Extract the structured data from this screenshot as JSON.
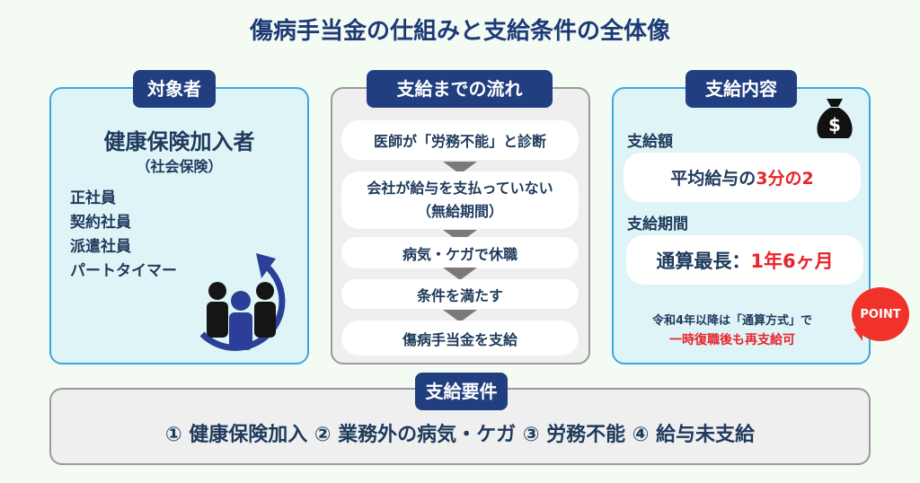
{
  "title": "傷病手当金の仕組みと支給条件の全体像",
  "left": {
    "label": "対象者",
    "heading": "健康保険加入者",
    "subheading": "（社会保険）",
    "items": [
      "正社員",
      "契約社員",
      "派遣社員",
      "パートタイマー"
    ]
  },
  "middle": {
    "label": "支給までの流れ",
    "steps": [
      {
        "line1": "医師が「労務不能」と診断"
      },
      {
        "line1": "会社が給与を支払っていない",
        "line2": "（無給期間）"
      },
      {
        "line1": "病気・ケガで休職"
      },
      {
        "line1": "条件を満たす"
      },
      {
        "line1": "傷病手当金を支給"
      }
    ]
  },
  "right": {
    "label": "支給内容",
    "amount_label": "支給額",
    "amount_prefix": "平均給与の",
    "amount_value": "3分の2",
    "period_label": "支給期間",
    "period_prefix": "通算最長：",
    "period_value": "1年6ヶ月",
    "note_line1": "令和4年以降は「通算方式」で",
    "note_line2": "一時復職後も再支給可",
    "badge": "POINT"
  },
  "bottom": {
    "label": "支給要件",
    "text": "① 健康保険加入 ② 業務外の病気・ケガ ③ 労務不能 ④ 給与未支給"
  },
  "colors": {
    "navy": "#213f80",
    "red": "#e8242b",
    "blue_border": "#3aa8e0"
  }
}
